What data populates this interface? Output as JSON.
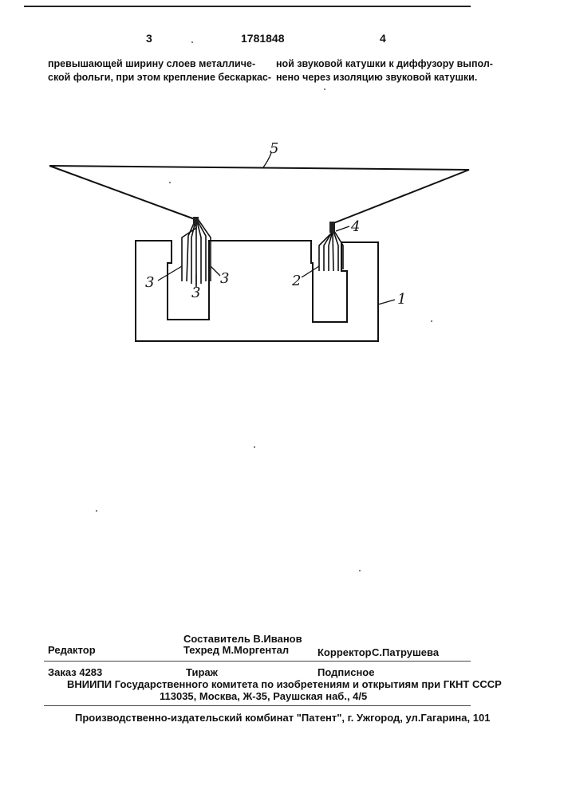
{
  "header": {
    "page_left": "3",
    "patent_number": "1781848",
    "page_right": "4"
  },
  "text": {
    "left_column": [
      "превышающей ширину слоев металличе-",
      "ской фольги, при этом крепление бескаркас-"
    ],
    "right_column": [
      "ной звуковой катушки к диффузору выпол-",
      "нено через изоляцию звуковой катушки."
    ]
  },
  "figure": {
    "labels": [
      "5",
      "4",
      "3",
      "3",
      "3",
      "2",
      "1"
    ]
  },
  "imprint": {
    "editor": "Редактор",
    "compiler": "Составитель В.Иванов",
    "tech_editor": "Техред М.Моргентал",
    "proofreader": "Корректор",
    "proofreader_name": "С.Патрушева",
    "order": "Заказ 4283",
    "circulation": "Тираж",
    "subscription": "Подписное",
    "org": "ВНИИПИ Государственного комитета по изобретениям и открытиям при ГКНТ СССР",
    "address": "113035, Москва, Ж-35, Раушская наб., 4/5",
    "printer": "Производственно-издательский комбинат \"Патент\", г. Ужгород, ул.Гагарина, 101"
  }
}
